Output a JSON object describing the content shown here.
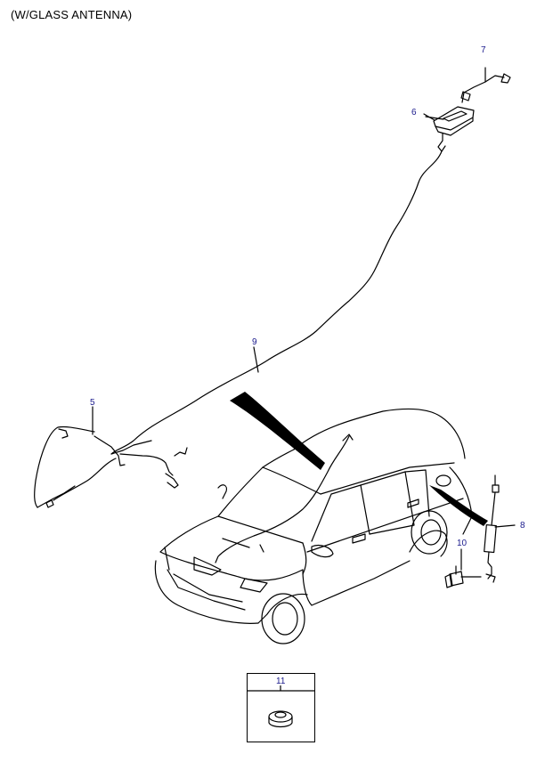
{
  "header": {
    "title": "(W/GLASS ANTENNA)"
  },
  "callouts": {
    "c5": "5",
    "c6": "6",
    "c7": "7",
    "c8": "8",
    "c9": "9",
    "c10": "10",
    "c11": "11"
  },
  "colors": {
    "line": "#000000",
    "callout_text": "#1a1a8c"
  }
}
